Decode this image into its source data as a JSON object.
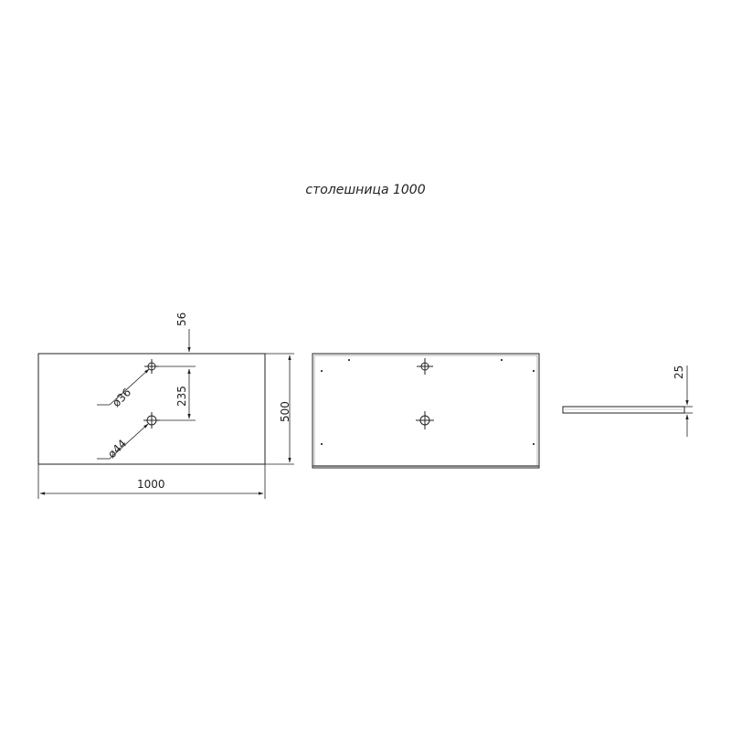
{
  "title": "столешница 1000",
  "dimensions": {
    "hole_offset": "56",
    "hole_spacing": "235",
    "depth": "500",
    "width": "1000",
    "thickness": "25"
  },
  "holes": {
    "small": "ø36",
    "large": "ø44"
  },
  "colors": {
    "line": "#222222",
    "edge": "#777777"
  }
}
